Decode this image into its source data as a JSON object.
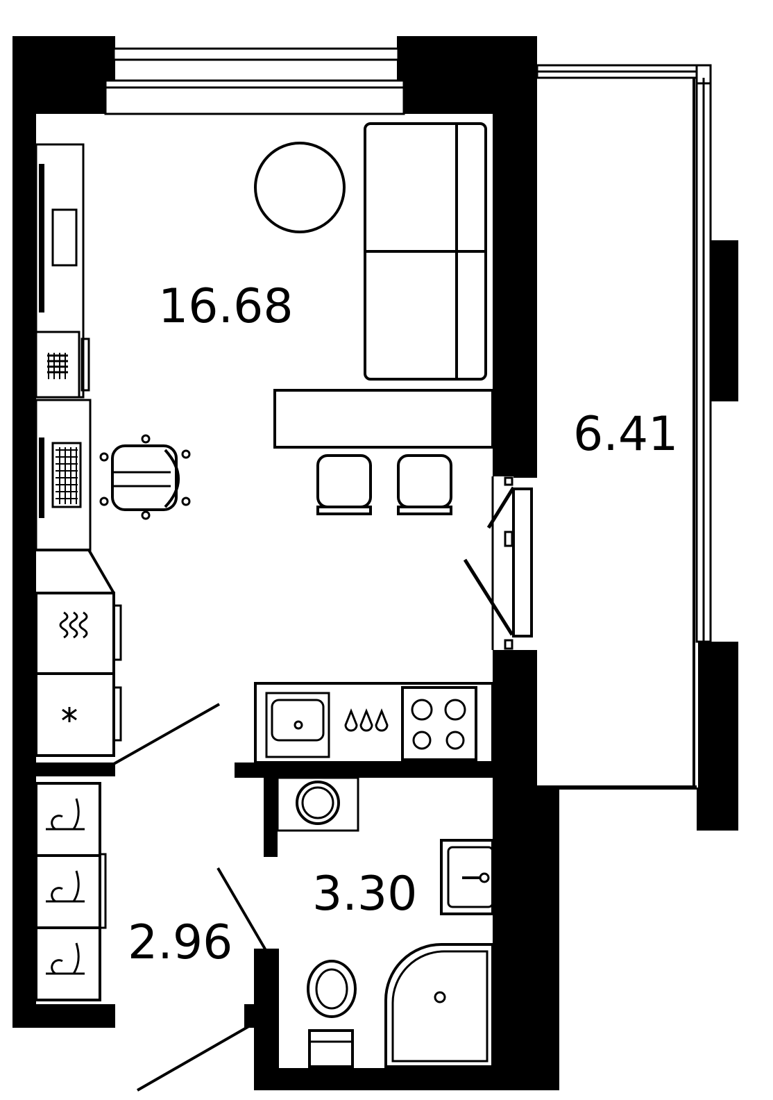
{
  "rooms": {
    "studio": {
      "area": "16.68"
    },
    "balcony": {
      "area": "6.41"
    },
    "bathroom": {
      "area": "3.30"
    },
    "hallway": {
      "area": "2.96"
    }
  },
  "colors": {
    "wall": "#000000",
    "background": "#ffffff"
  }
}
